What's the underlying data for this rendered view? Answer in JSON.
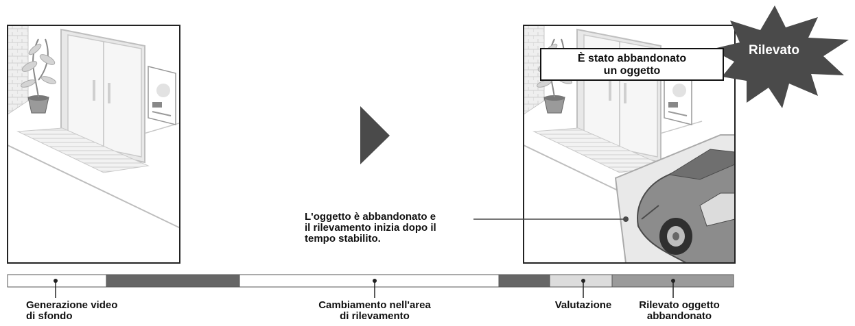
{
  "scene": {
    "arrow_color": "#4a4a4a",
    "burst_color": "#4a4a4a",
    "panel_border": "#222222"
  },
  "callout": {
    "line1": "È stato abbandonato",
    "line2": "un oggetto"
  },
  "burst": {
    "label": "Rilevato"
  },
  "note": {
    "line1": "L'oggetto è abbandonato e",
    "line2": "il rilevamento inizia dopo il",
    "line3": "tempo stabilito."
  },
  "timeline": {
    "segments": [
      {
        "fill": "#ffffff"
      },
      {
        "fill": "#666666"
      },
      {
        "fill": "#ffffff"
      },
      {
        "fill": "#666666"
      },
      {
        "fill": "#dcdcdc"
      },
      {
        "fill": "#9a9a9a"
      }
    ],
    "labels": {
      "background": {
        "line1": "Generazione video",
        "line2": "di sfondo"
      },
      "change": {
        "line1": "Cambiamento nell'area",
        "line2": "di rilevamento"
      },
      "evaluation": {
        "line1": "Valutazione"
      },
      "detected": {
        "line1": "Rilevato oggetto",
        "line2": "abbandonato"
      }
    }
  }
}
